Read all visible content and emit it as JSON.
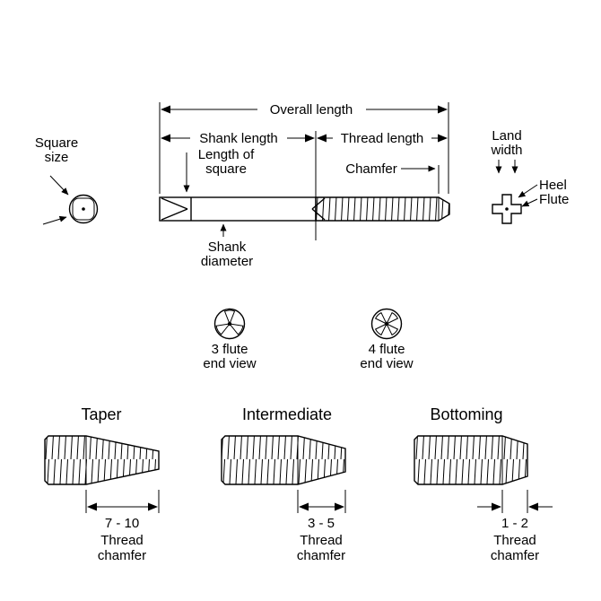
{
  "top_view": {
    "overall_length": "Overall length",
    "shank_length": "Shank length",
    "thread_length": "Thread length",
    "length_of_square": {
      "line1": "Length of",
      "line2": "square"
    },
    "chamfer": "Chamfer",
    "square_size": {
      "line1": "Square",
      "line2": "size"
    },
    "land_width": {
      "line1": "Land",
      "line2": "width"
    },
    "heel": "Heel",
    "flute": "Flute",
    "shank_diameter": {
      "line1": "Shank",
      "line2": "diameter"
    }
  },
  "end_views": [
    {
      "line1": "3 flute",
      "line2": "end view"
    },
    {
      "line1": "4 flute",
      "line2": "end view"
    }
  ],
  "tap_types": [
    {
      "name": "Taper",
      "range": "7 - 10",
      "dim_line1": "Thread",
      "dim_line2": "chamfer"
    },
    {
      "name": "Intermediate",
      "range": "3 - 5",
      "dim_line1": "Thread",
      "dim_line2": "chamfer"
    },
    {
      "name": "Bottoming",
      "range": "1 - 2",
      "dim_line1": "Thread",
      "dim_line2": "chamfer"
    }
  ],
  "colors": {
    "line": "#000000",
    "type_label": "#3333cc",
    "background": "#ffffff"
  }
}
